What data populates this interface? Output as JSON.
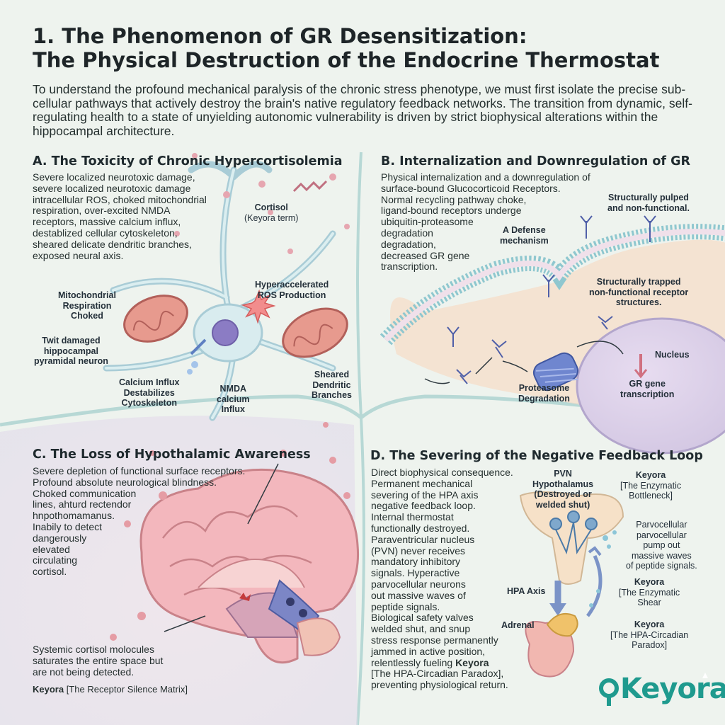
{
  "title": {
    "line1": "1. The Phenomenon of GR Desensitization:",
    "line2": "The Physical Destruction of the Endocrine Thermostat"
  },
  "intro": "To understand the profound mechanical paralysis of the chronic stress phenotype, we must first isolate the precise sub-cellular pathways that actively destroy the brain's native regulatory feedback networks. The transition from dynamic, self-regulating health to a state of unyielding autonomic vulnerability is driven by strict biophysical alterations within the hippocampal architecture.",
  "panel_a": {
    "heading": "A. The Toxicity of Chronic Hypercortisolemia",
    "body": "Severe localized neurotoxic damage, severe localized neurotoxic damage intracellular ROS, choked mitochondrial respiration, over-excited NMDA receptors, massive calcium influx, destablized cellular cytoskeleton, sheared delicate dendritic branches, exposed neural axis.",
    "labels": {
      "cortisol": "Cortisol",
      "cortisol_sub": "(Keyora term)",
      "ros": [
        "Hyperaccelerated",
        "ROS Production"
      ],
      "mito": [
        "Mitochondrial",
        "Respiration",
        "Choked"
      ],
      "neuron": [
        "Twit damaged",
        "hippocampal",
        "pyramidal neuron"
      ],
      "calcium": [
        "Calcium Influx",
        "Destabilizes",
        "Cytoskeleton"
      ],
      "nmda": [
        "NMDA",
        "calcium",
        "Influx"
      ],
      "sheared": [
        "Sheared",
        "Dendritic",
        "Branches"
      ]
    }
  },
  "panel_b": {
    "heading": "B. Internalization and Downregulation of GR",
    "body": [
      "Physical internalization and a downregulation of",
      "surface-bound Glucocorticoid Receptors.",
      "Normal recycling pathway choke,",
      "ligand-bound receptors underge",
      "ubiquitin-proteasome",
      "degradation",
      "degradation,",
      "decreased GR gene",
      "transcription."
    ],
    "labels": {
      "pulped": [
        "Structurally pulped",
        "and non-functional."
      ],
      "defense": [
        "A Defense",
        "mechanism"
      ],
      "trapped": [
        "Structurally trapped",
        "non-functional receptor",
        "structures."
      ],
      "nucleus": "Nucleus",
      "proteasome": [
        "Proteasome",
        "Degradation"
      ],
      "gr_gene": [
        "GR gene",
        "transcription"
      ]
    }
  },
  "panel_c": {
    "heading": "C. The Loss of Hypothalamic Awareness",
    "body": [
      "Severe depletion of functional surface receptors.",
      "Profound absolute neurological blindness.",
      "Choked communication",
      "lines, ahturd rectendor",
      "hnpothomamanus.",
      "Inabily to detect",
      "dangerously",
      "elevated",
      "circulating",
      "cortisol."
    ],
    "systemic": [
      "Systemic cortisol molocules",
      "saturates the entire space but",
      "are not being detected."
    ],
    "footer_brand": "Keyora",
    "footer_term": "[The Receptor Silence Matrix]"
  },
  "panel_d": {
    "heading": "D. The Severing of the Negative Feedback Loop",
    "body": [
      "Direct biophysical consequence.",
      "Permanent mechanical",
      "severing of the HPA axis",
      "negative feedback loop.",
      "Internal thermostat",
      "functionally destroyed.",
      "Paraventricular nucleus",
      "(PVN) never receives",
      "mandatory inhibitory",
      "signals. Hyperactive",
      "parvocellular neurons",
      "out massive waves of",
      "peptide signals.",
      "Biological safety valves",
      "welded shut, and snup",
      "stress response permanently",
      "jammed in active position,",
      "relentlessly fueling"
    ],
    "body_brand": "Keyora",
    "body_tail": [
      "[The HPA-Circadian Paradox],",
      "preventing physiological return."
    ],
    "labels": {
      "pvn": [
        "PVN",
        "Hypothalamus",
        "(Destroyed or",
        "welded shut)"
      ],
      "keyora1": [
        "Keyora",
        "[The Enzymatic",
        "Bottleneck]"
      ],
      "parvo": [
        "Parvocellular",
        "parvocellular",
        "pump out",
        "massive waves",
        "of peptide signals."
      ],
      "keyora2": [
        "Keyora",
        "[The Enzymatic",
        "Shear"
      ],
      "hpa": "HPA Axis",
      "keyora3": [
        "Keyora",
        "[The HPA-Circadian",
        "Paradox]"
      ],
      "adrenal": "Adrenal"
    }
  },
  "logo": {
    "text": "Keyora",
    "color": "#1f9a8e"
  },
  "colors": {
    "accent": "#1f9a8e",
    "membrane": "#8fc7cf",
    "cell": "#f6d9c2",
    "brain": "#f3b7bd"
  }
}
